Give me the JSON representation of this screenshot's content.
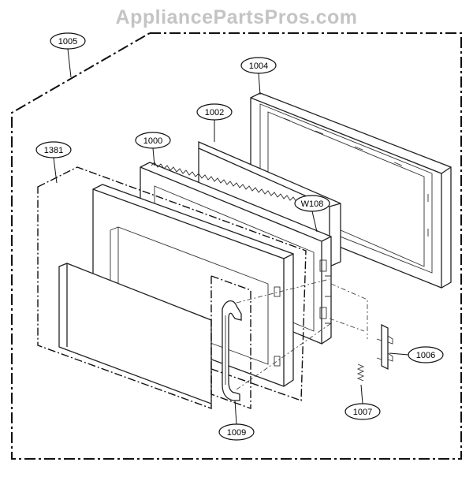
{
  "watermark": "AppliancePartsPros.com",
  "callouts": {
    "c1005": "1005",
    "c1004": "1004",
    "c1002": "1002",
    "c1000": "1000",
    "c1381": "1381",
    "cW108": "W108",
    "c1006": "1006",
    "c1007": "1007",
    "c1009": "1009"
  }
}
